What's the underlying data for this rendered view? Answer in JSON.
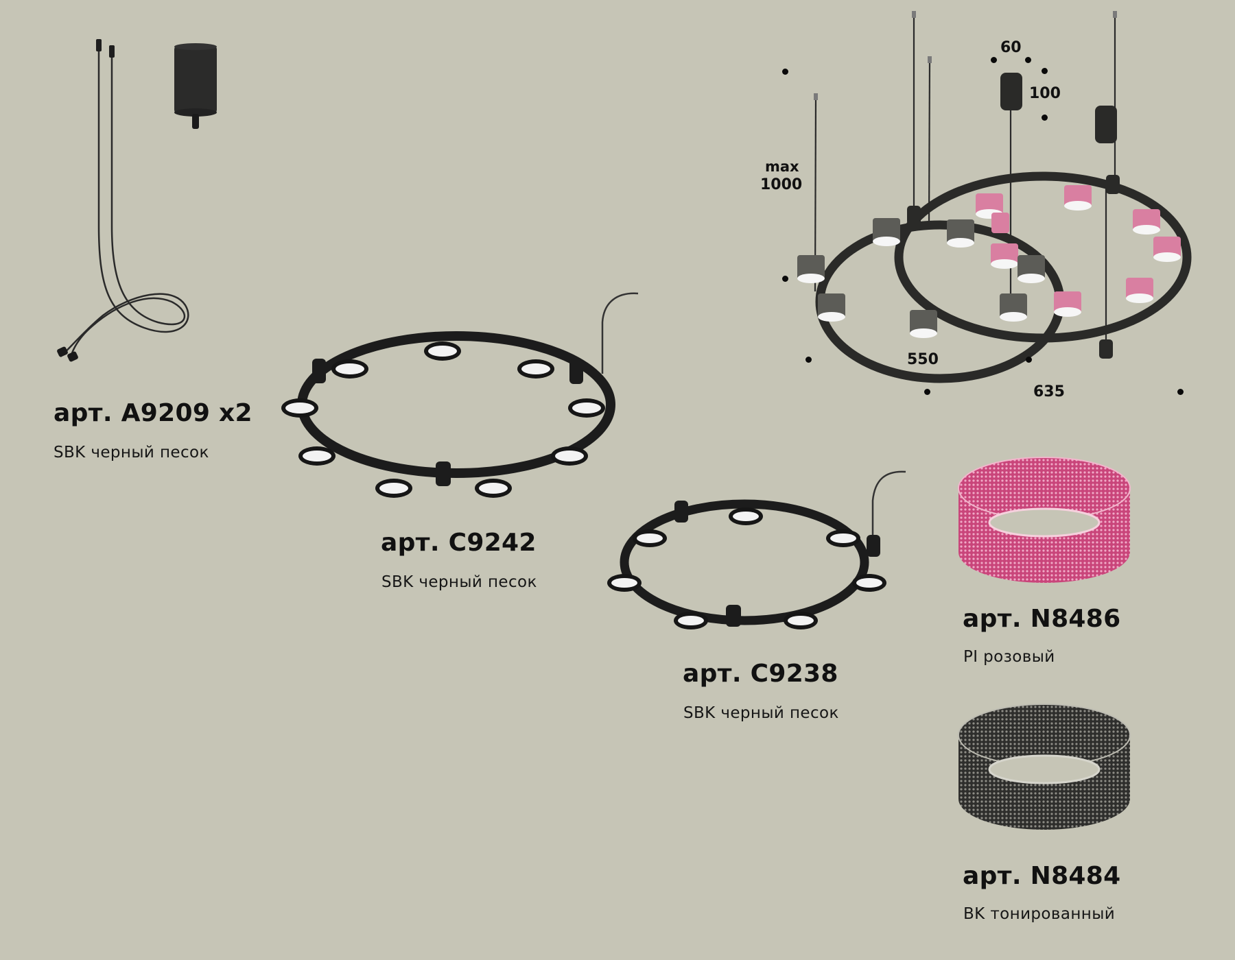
{
  "colors": {
    "background": "#c6c5b6",
    "track_black": "#1c1c1c",
    "shade_pink": "#d25b8a",
    "shade_toned": "#3a3a37",
    "text": "#111111"
  },
  "products": [
    {
      "id": "A9209",
      "title": "арт. A9209 x2",
      "finish": "SBK черный песок",
      "image": "suspension-cable-and-canopy"
    },
    {
      "id": "C9242",
      "title": "арт. C9242",
      "finish": "SBK черный песок",
      "image": "ring-track-10-spots"
    },
    {
      "id": "C9238",
      "title": "арт. C9238",
      "finish": "SBK черный песок",
      "image": "ring-track-8-spots"
    },
    {
      "id": "N8486",
      "title": "арт. N8486",
      "finish": "PI розовый",
      "image": "pink-crystal-ring-shade"
    },
    {
      "id": "N8484",
      "title": "арт. N8484",
      "finish": "BK тонированный",
      "image": "toned-crystal-ring-shade"
    }
  ],
  "dimensions": {
    "canopy_width": "60",
    "canopy_height": "100",
    "cable_max_label": "max",
    "cable_max_value": "1000",
    "small_ring_diameter": "550",
    "large_ring_diameter": "635"
  }
}
